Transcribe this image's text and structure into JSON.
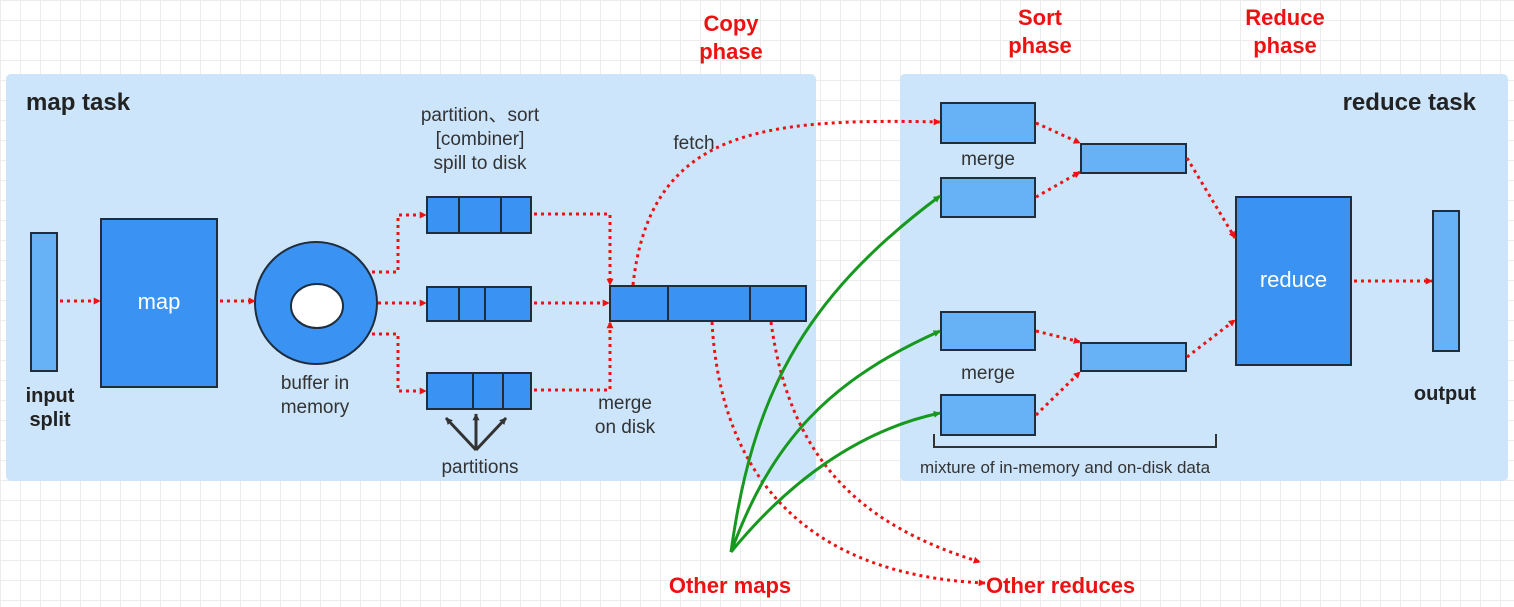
{
  "map_task": {
    "title": "map task",
    "input_split": "input\nsplit",
    "map_label": "map",
    "buffer_label": "buffer in\nmemory",
    "spill_label": "partition、sort\n[combiner]\nspill to disk",
    "partitions_label": "partitions",
    "merge_on_disk_label": "merge\non disk",
    "fetch_label": "fetch"
  },
  "reduce_task": {
    "title": "reduce task",
    "merge_label_top": "merge",
    "merge_label_bottom": "merge",
    "reduce_label": "reduce",
    "output_label": "output",
    "mixture_label": "mixture of in-memory and on-disk data"
  },
  "phases": {
    "copy": "Copy\nphase",
    "sort": "Sort\nphase",
    "reduce": "Reduce\nphase"
  },
  "other_maps": "Other maps",
  "other_reduces": "Other reduces",
  "colors": {
    "panel": "#cce5fb",
    "block_dark": "#3a93f2",
    "block_light": "#67b1f7",
    "dotted_arrow": "#ee1111",
    "green_arrow": "#17991f",
    "phase_text": "#ee1111"
  }
}
